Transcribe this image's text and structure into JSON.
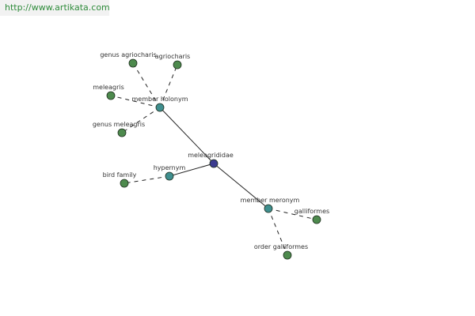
{
  "watermark": "http://www.artikata.com",
  "colors": {
    "center": "#3b3b8f",
    "relation": "#3f8f8f",
    "leaf": "#4d8a4d",
    "edge": "#222222",
    "watermark_bg": "#f2f2f2",
    "watermark_text": "#2e8b3a"
  },
  "graph": {
    "nodes": [
      {
        "id": "meleagrididae",
        "label": "meleagrididae",
        "kind": "center"
      },
      {
        "id": "member-holonym",
        "label": "member holonym",
        "kind": "relation"
      },
      {
        "id": "hypernym",
        "label": "hypernym",
        "kind": "relation"
      },
      {
        "id": "member-meronym",
        "label": "member meronym",
        "kind": "relation"
      },
      {
        "id": "genus-agriocharis",
        "label": "genus agriocharis",
        "kind": "leaf"
      },
      {
        "id": "agriocharis",
        "label": "agriocharis",
        "kind": "leaf"
      },
      {
        "id": "meleagris",
        "label": "meleagris",
        "kind": "leaf"
      },
      {
        "id": "genus-meleagris",
        "label": "genus meleagris",
        "kind": "leaf"
      },
      {
        "id": "bird-family",
        "label": "bird family",
        "kind": "leaf"
      },
      {
        "id": "galliformes",
        "label": "galliformes",
        "kind": "leaf"
      },
      {
        "id": "order-galliformes",
        "label": "order galliformes",
        "kind": "leaf"
      }
    ],
    "edges": [
      {
        "from": "meleagrididae",
        "to": "member-holonym",
        "style": "solid"
      },
      {
        "from": "meleagrididae",
        "to": "hypernym",
        "style": "solid"
      },
      {
        "from": "meleagrididae",
        "to": "member-meronym",
        "style": "solid"
      },
      {
        "from": "member-holonym",
        "to": "genus-agriocharis",
        "style": "dashed"
      },
      {
        "from": "member-holonym",
        "to": "agriocharis",
        "style": "dashed"
      },
      {
        "from": "member-holonym",
        "to": "meleagris",
        "style": "dashed"
      },
      {
        "from": "member-holonym",
        "to": "genus-meleagris",
        "style": "dashed"
      },
      {
        "from": "hypernym",
        "to": "bird-family",
        "style": "dashed"
      },
      {
        "from": "member-meronym",
        "to": "galliformes",
        "style": "dashed"
      },
      {
        "from": "member-meronym",
        "to": "order-galliformes",
        "style": "dashed"
      }
    ]
  }
}
